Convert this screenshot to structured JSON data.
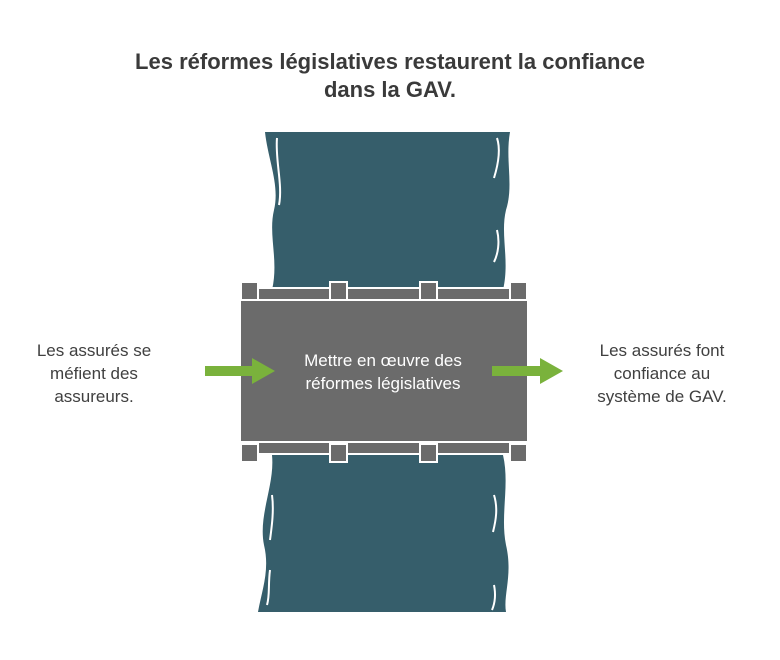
{
  "title_line1": "Les réformes législatives restaurent la confiance",
  "title_line2": "dans la GAV.",
  "left_label_lines": [
    "Les assurés se",
    "méfient des",
    "assureurs."
  ],
  "bridge_label_lines": [
    "Mettre en œuvre des",
    "réformes législatives"
  ],
  "right_label_lines": [
    "Les assurés font",
    "confiance au",
    "système de GAV."
  ],
  "colors": {
    "river": "#365e6b",
    "bridge": "#6b6b6b",
    "bridge_outline": "#ffffff",
    "arrow": "#7ab23c",
    "text": "#404040"
  }
}
